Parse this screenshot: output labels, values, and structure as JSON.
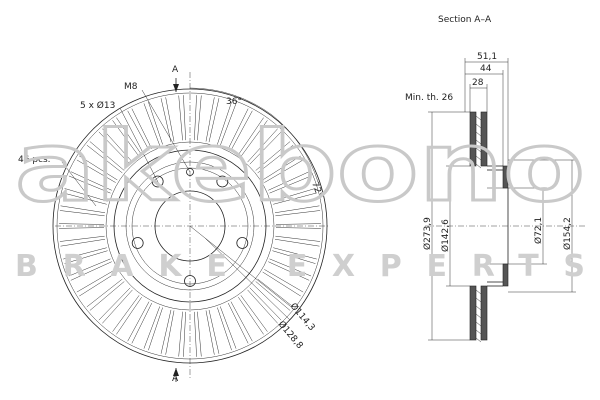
{
  "drawing": {
    "section_title": "Section A–A",
    "section_marker": "A",
    "front_view": {
      "bolt_label": "5 x Ø13",
      "thread_label": "M8",
      "vents_label": "46 pcs.",
      "angle_36": "36°",
      "angle_72": "72°",
      "dia_114": "Ø114,3",
      "dia_128": "Ø128,8"
    },
    "section_view": {
      "dim_51": "51,1",
      "dim_44": "44",
      "dim_28": "28",
      "min_thickness": "Min. th. 26",
      "dia_273": "Ø273,9",
      "dia_142": "Ø142,6",
      "dia_72": "Ø72,1",
      "dia_154": "Ø154,2"
    }
  },
  "watermark": {
    "brand": "akebono",
    "tagline": "BRAKE EXPERTS",
    "color": "#c9c9c9"
  }
}
